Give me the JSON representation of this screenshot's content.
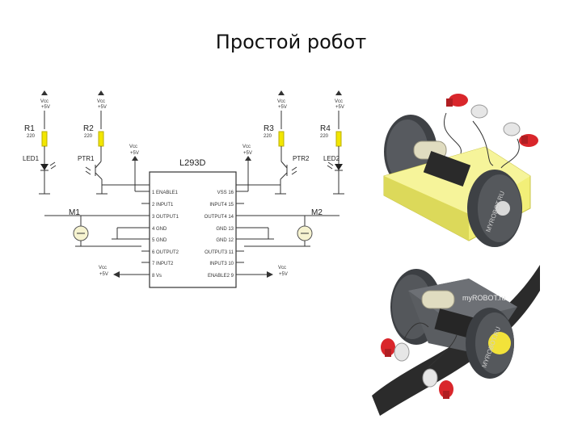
{
  "slide": {
    "title": "Простой робот"
  },
  "schematic": {
    "chip": {
      "name": "L293D",
      "left_pins": [
        "1 ENABLE1",
        "2 INPUT1",
        "3 OUTPUT1",
        "4 GND",
        "5 GND",
        "6 OUTPUT2",
        "7 INPUT2",
        "8 Vs"
      ],
      "right_pins": [
        "VSS 16",
        "INPUT4 15",
        "OUTPUT4 14",
        "GND 13",
        "GND 12",
        "OUTPUT3 11",
        "INPUT3 10",
        "ENABLE2 9"
      ]
    },
    "resistors": [
      {
        "ref": "R1",
        "value": "220"
      },
      {
        "ref": "R2",
        "value": "220"
      },
      {
        "ref": "R3",
        "value": "220"
      },
      {
        "ref": "R4",
        "value": "220"
      }
    ],
    "components": {
      "led1": "LED1",
      "ptr1": "PTR1",
      "ptr2": "PTR2",
      "led2": "LED2",
      "m1": "M1",
      "m2": "M2"
    },
    "vcc_label": "Vcc",
    "vcc_value": "+5V"
  },
  "robot_images": {
    "wheel_text": "MYROBOT.RU",
    "body_text": "myROBOT.ru"
  }
}
